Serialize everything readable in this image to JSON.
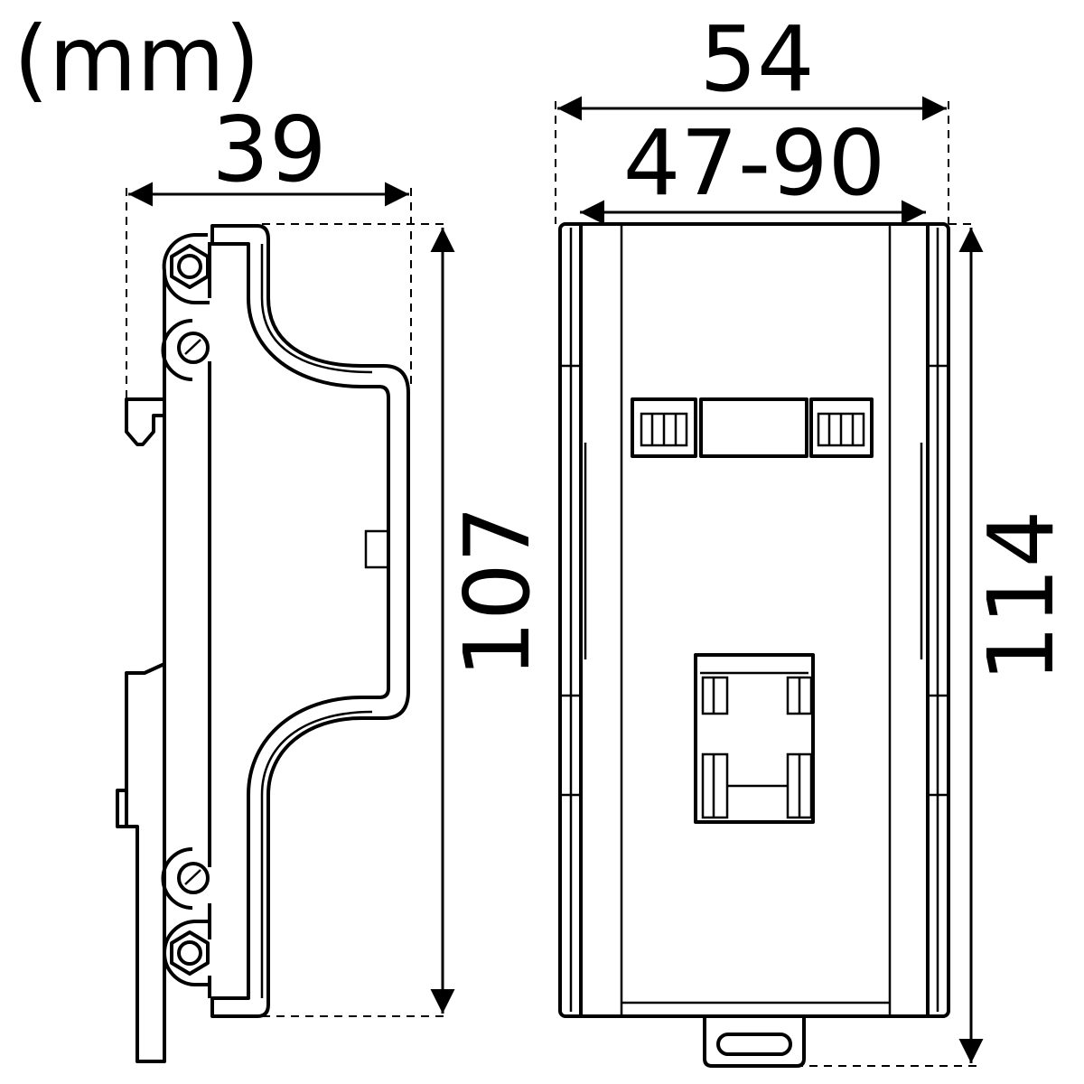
{
  "drawing": {
    "unit_label": "(mm)",
    "side_view": {
      "depth": "39",
      "height": "107"
    },
    "front_view": {
      "width_total": "54",
      "width_range": "47-90",
      "height_total": "114"
    },
    "colors": {
      "line": "#000000",
      "background": "#ffffff"
    }
  }
}
